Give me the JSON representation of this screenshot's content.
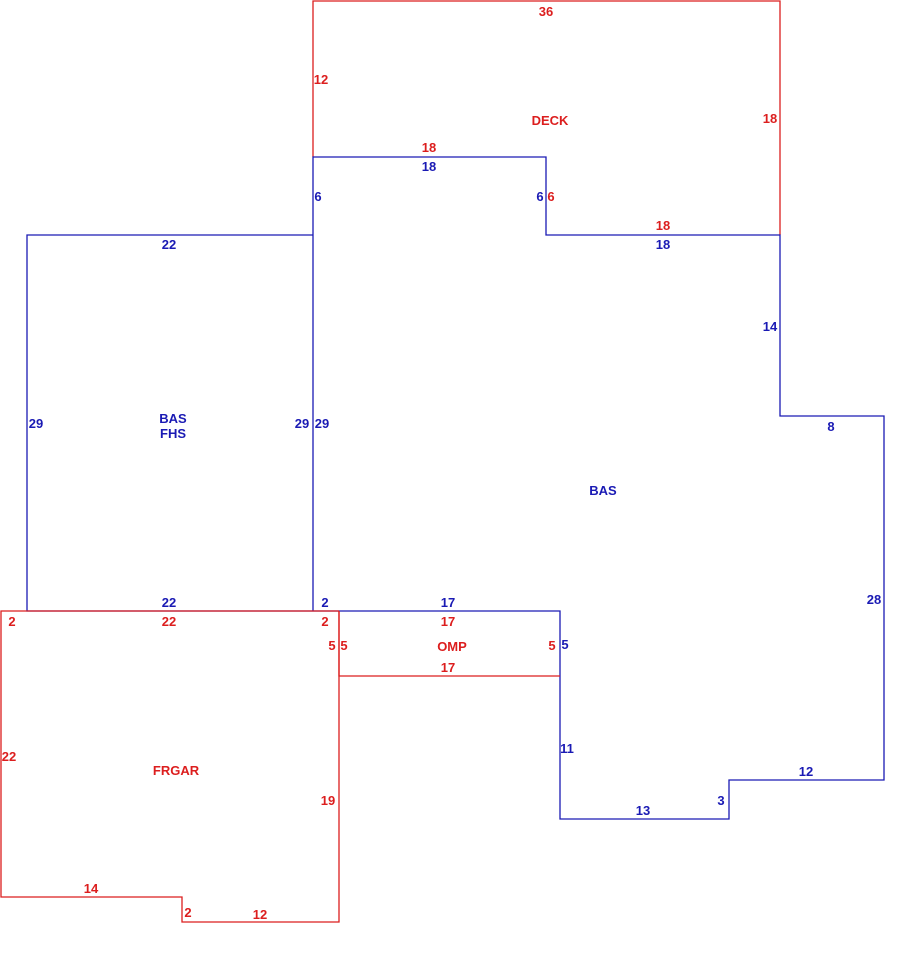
{
  "colors": {
    "blue": "#1a1ab4",
    "red": "#dc1e1e"
  },
  "areas": {
    "deck": "DECK",
    "bas_fhs_line1": "BAS",
    "bas_fhs_line2": "FHS",
    "bas_main": "BAS",
    "omp": "OMP",
    "frgar": "FRGAR"
  },
  "deck": {
    "top": "36",
    "left": "12",
    "right": "18",
    "bottom_left_red": "18",
    "bottom_left_blue": "18",
    "step_blue": "6",
    "step_red": "6",
    "bottom_right_red": "18",
    "bottom_right_blue": "18"
  },
  "bas_main": {
    "left_upper": "6",
    "right_upper": "14",
    "step_top": "8",
    "right_lower": "28",
    "step_bottom": "12",
    "step_vertical": "3",
    "bottom": "13",
    "left_lower": "11",
    "omp_side_blue": "5",
    "top_omp_blue": "17",
    "corner_blue": "2",
    "left_middle": "29"
  },
  "bas_fhs": {
    "top": "22",
    "left": "29",
    "right": "29",
    "bottom": "22"
  },
  "omp": {
    "top": "17",
    "bottom": "17",
    "left": "5",
    "right": "5"
  },
  "frgar": {
    "top": "22",
    "top_corner_left": "2",
    "top_corner_right": "2",
    "left": "22",
    "right_upper": "5",
    "right_lower": "19",
    "bottom_left": "14",
    "step": "2",
    "bottom_right": "12"
  }
}
